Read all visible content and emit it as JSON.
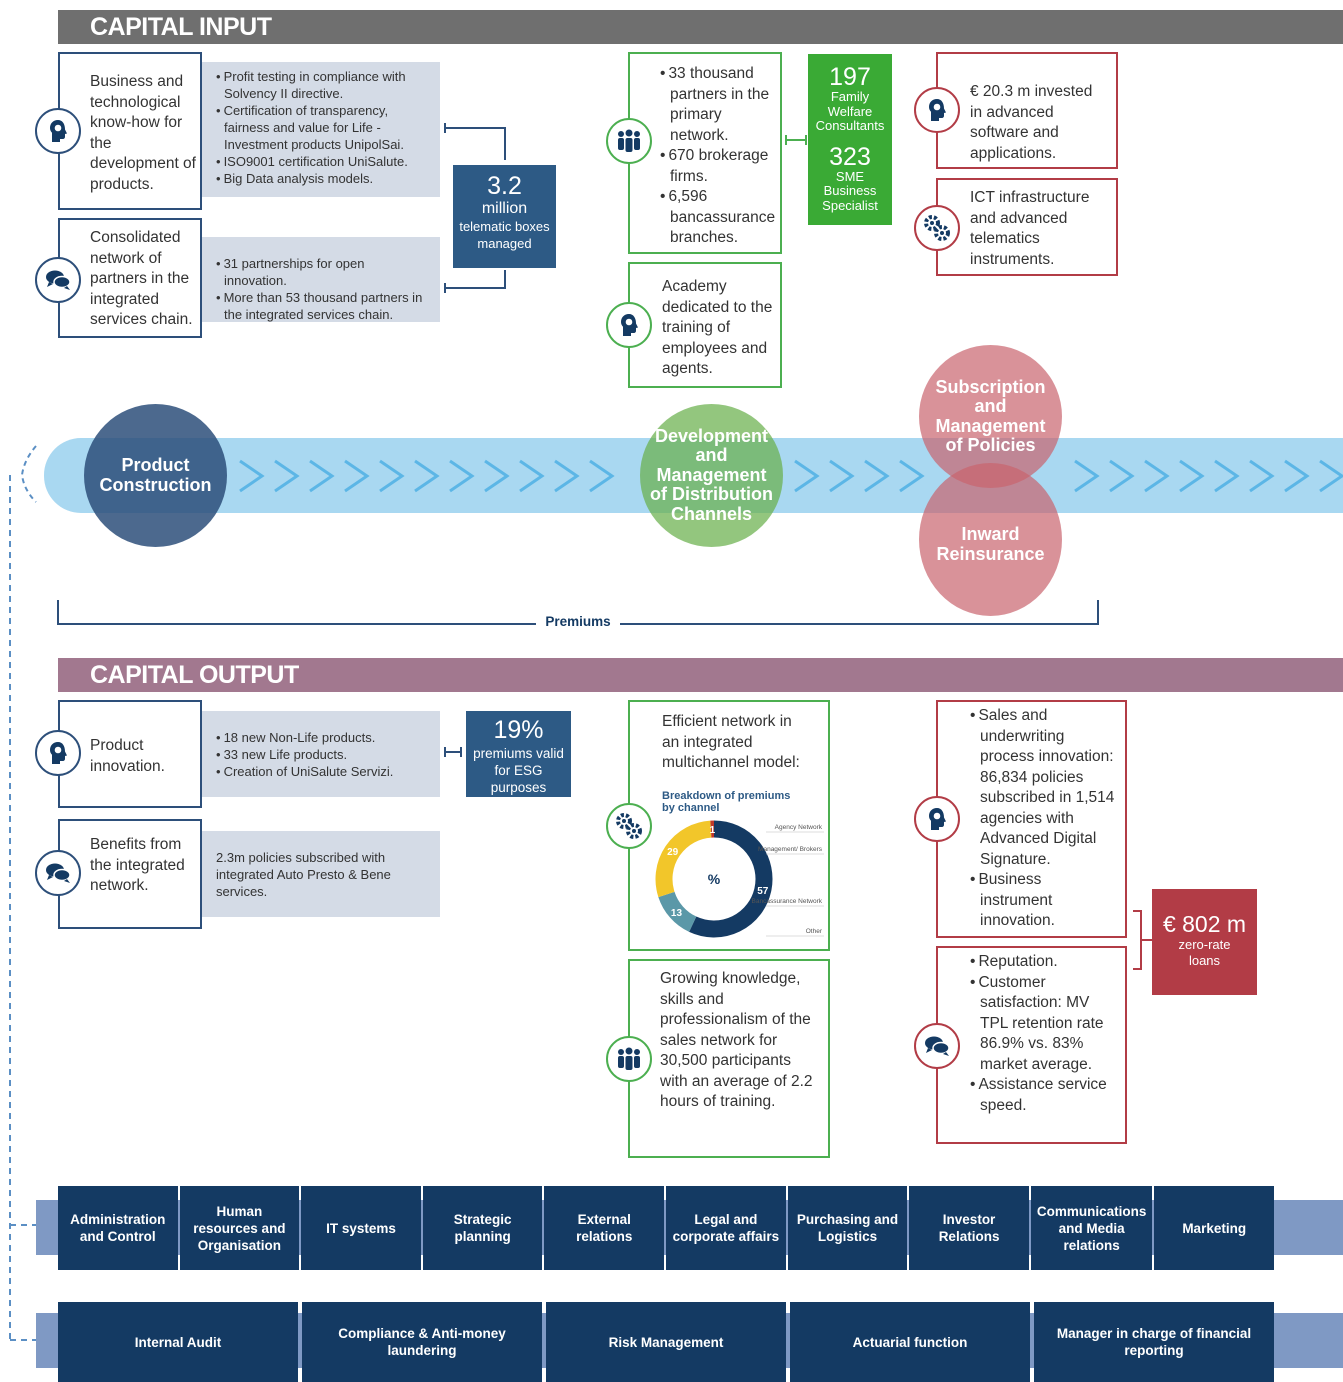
{
  "capital_input": {
    "title": "CAPITAL INPUT",
    "left_blocks": [
      {
        "label": "Business and technological know-how for the development of products.",
        "icon": "head-icon",
        "points": [
          "Profit testing in compliance with Solvency II directive.",
          "Certification of transparency, fairness and value for Life - Investment products UnipolSai.",
          "ISO9001 certification UniSalute.",
          "Big Data analysis models."
        ]
      },
      {
        "label": "Consolidated network of partners in the integrated services chain.",
        "icon": "chat-icon",
        "points": [
          "31 partnerships for open innovation.",
          "More than 53 thousand partners in the integrated services chain."
        ]
      }
    ],
    "telematic": {
      "value": "3.2",
      "unit": "million",
      "text": "telematic boxes managed"
    },
    "network_points": [
      "33 thousand partners in the primary network.",
      "670 brokerage firms.",
      "6,596 bancassurance branches."
    ],
    "academy": "Academy dedicated to the training of employees and agents.",
    "green_stats": [
      {
        "value": "197",
        "label": "Family Welfare Consultants"
      },
      {
        "value": "323",
        "label": "SME Business Specialist"
      }
    ],
    "right_blocks": [
      {
        "text": "€ 20.3 m invested in advanced software and applications.",
        "icon": "head-icon"
      },
      {
        "text": "ICT infrastructure and advanced telematics instruments.",
        "icon": "gears-icon"
      }
    ]
  },
  "process": {
    "circles": [
      {
        "label": "Product Construction",
        "color": "#2d4f7a"
      },
      {
        "label": "Development and Management of Distribution Channels",
        "color": "#6ab04c"
      },
      {
        "label": "Subscription and Management of Policies",
        "color": "#c9646e"
      },
      {
        "label": "Inward Reinsurance",
        "color": "#c9646e"
      }
    ],
    "premiums_label": "Premiums"
  },
  "capital_output": {
    "title": "CAPITAL OUTPUT",
    "left_blocks": [
      {
        "label": "Product innovation.",
        "icon": "head-icon",
        "points": [
          "18 new Non-Life products.",
          "33 new Life products.",
          "Creation of UniSalute Servizi."
        ]
      },
      {
        "label": "Benefits from the integrated network.",
        "icon": "chat-icon",
        "text": "2.3m policies subscribed with integrated Auto Presto & Bene services."
      }
    ],
    "esg": {
      "value": "19%",
      "text": "premiums valid for ESG purposes"
    },
    "efficient_network": {
      "text": "Efficient network in an integrated multichannel model:",
      "chart_title": "Breakdown of premiums by channel",
      "center_label": "%"
    },
    "training": "Growing knowledge, skills and professionalism of the sales network for 30,500 participants with an average of 2.2 hours of training.",
    "sales_points": [
      "Sales and underwriting process innovation: 86,834 policies subscribed in 1,514 agencies with Advanced Digital Signature.",
      "Business instrument innovation."
    ],
    "reputation_points": [
      "Reputation.",
      "Customer satisfaction: MV TPL retention rate 86.9% vs. 83% market average.",
      "Assistance service speed."
    ],
    "loans": {
      "value": "€ 802 m",
      "text": "zero-rate loans"
    }
  },
  "departments_row1": [
    "Administration and Control",
    "Human resources and Organisation",
    "IT systems",
    "Strategic planning",
    "External relations",
    "Legal and corporate affairs",
    "Purchasing and Logistics",
    "Investor Relations",
    "Communications and Media relations",
    "Marketing"
  ],
  "departments_row2": [
    "Internal Audit",
    "Compliance & Anti-money laundering",
    "Risk Management",
    "Actuarial function",
    "Manager in charge of financial reporting"
  ],
  "chart_data": {
    "type": "pie",
    "title": "Breakdown of premiums by channel",
    "categories": [
      "Agency Network",
      "Management/ Brokers",
      "Bancassurance Network",
      "Other"
    ],
    "values": [
      57,
      13,
      29,
      1
    ],
    "colors": [
      "#143a63",
      "#5b98a8",
      "#f2c62a",
      "#c0392b"
    ]
  }
}
